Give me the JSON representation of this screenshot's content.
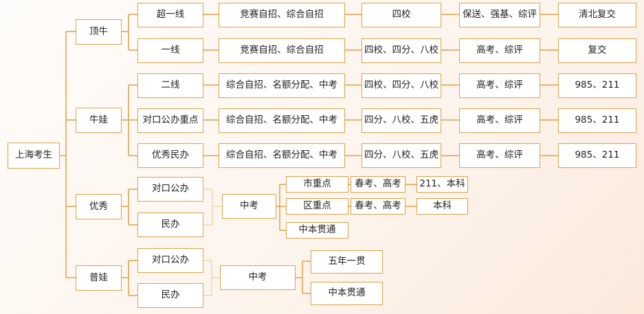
{
  "root": "上海考生",
  "categories": {
    "dingniu": "顶牛",
    "niuwa": "牛娃",
    "youxiu": "优秀",
    "puwa": "普娃"
  },
  "dingniu": {
    "rows": [
      [
        "超一线",
        "竞赛自招、综合自招",
        "四校",
        "保送、强基、综评",
        "清北复交"
      ],
      [
        "一线",
        "竞赛自招、综合自招",
        "四校、四分、八校",
        "高考、综评",
        "复交"
      ]
    ]
  },
  "niuwa": {
    "rows": [
      [
        "二线",
        "综合自招、名额分配、中考",
        "四校、四分、八校",
        "高考、综评",
        "985、211"
      ],
      [
        "对口公办重点",
        "综合自招、名额分配、中考",
        "四分、八校、五虎",
        "高考、综评",
        "985、211"
      ],
      [
        "优秀民办",
        "综合自招、名额分配、中考",
        "四分、八校、五虎",
        "高考、综评",
        "985、211"
      ]
    ]
  },
  "youxiu": {
    "schools": [
      "对口公办",
      "民办"
    ],
    "exam": "中考",
    "paths": [
      [
        "市重点",
        "春考、高考",
        "211、本科"
      ],
      [
        "区重点",
        "春考、高考",
        "本科"
      ],
      [
        "中本贯通"
      ]
    ]
  },
  "puwa": {
    "schools": [
      "对口公办",
      "民办"
    ],
    "exam": "中考",
    "paths": [
      "五年一贯",
      "中本贯通"
    ]
  }
}
